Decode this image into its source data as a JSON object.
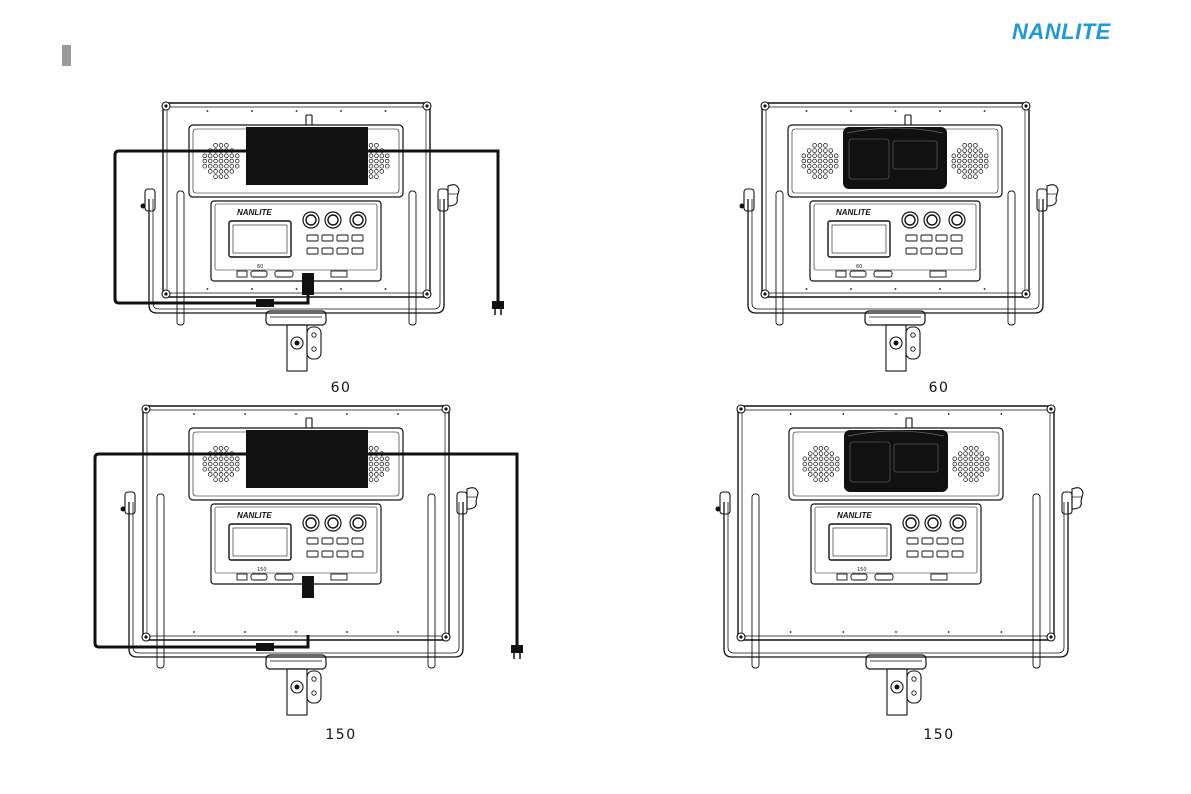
{
  "header": {
    "brand": "NANLITE",
    "brand_color": "#1e9ad6",
    "section_marker_color": "#9a9a9a"
  },
  "figures": [
    {
      "caption": "60",
      "panel_logo": "NANLITE",
      "model_label": "60",
      "variant": "with-battery-cable"
    },
    {
      "caption": "60",
      "panel_logo": "NANLITE",
      "model_label": "60",
      "variant": "battery-only"
    },
    {
      "caption": "150",
      "panel_logo": "NANLITE",
      "model_label": "150",
      "variant": "with-battery-cable"
    },
    {
      "caption": "150",
      "panel_logo": "NANLITE",
      "model_label": "150",
      "variant": "battery-only"
    }
  ]
}
